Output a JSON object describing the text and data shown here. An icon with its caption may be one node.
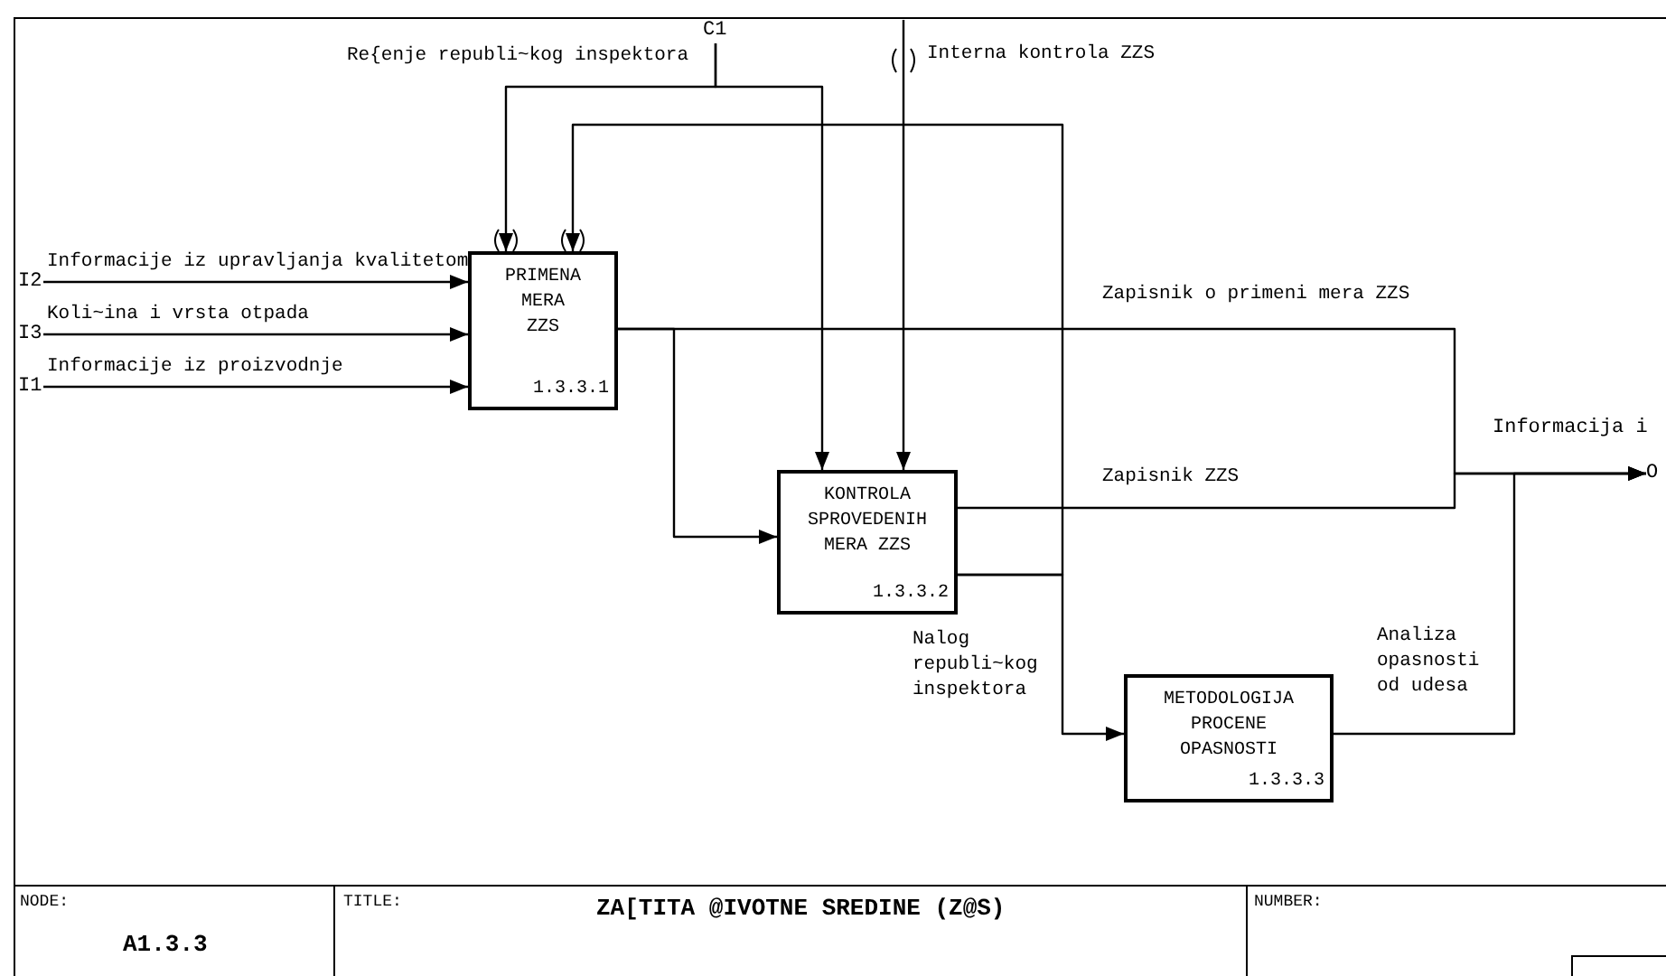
{
  "diagram": {
    "nodes": [
      {
        "text": [
          "PRIMENA MERA ZZS",
          "1.3.3.1"
        ]
      },
      {
        "text": [
          "KONTROLA SPROVEDENIH MERA ZZS",
          "1.3.3.2"
        ]
      },
      {
        "text": [
          "METODOLOGIJA PROCENE OPASNOSTI",
          "1.3.3.3"
        ]
      },
      {
        "text": [
          "C1"
        ]
      },
      {
        "text": [
          "I2"
        ]
      },
      {
        "text": [
          "I3"
        ]
      },
      {
        "text": [
          "I1"
        ]
      },
      {
        "text": [
          "O"
        ]
      }
    ],
    "edges": [
      {
        "from": 4,
        "to": 0,
        "arrow": "to",
        "label": "Informacije iz upravljanja kvalitetom"
      },
      {
        "from": 5,
        "to": 0,
        "arrow": "to",
        "label": "Koli~ina i vrsta otpada"
      },
      {
        "from": 6,
        "to": 0,
        "arrow": "to",
        "label": "Informacije iz proizvodnje"
      },
      {
        "from": 3,
        "to": 0,
        "arrow": "to",
        "label": "Re{enje republi~kog inspektora"
      },
      {
        "from": 3,
        "to": 1,
        "arrow": "to"
      },
      {
        "from": null,
        "to": 1,
        "arrow": "to",
        "label": "Interna kontrola ZZS"
      },
      {
        "from": 1,
        "to": 0,
        "arrow": "to"
      },
      {
        "from": 1,
        "to": 2,
        "arrow": "to",
        "label": "Nalog republi~kog inspektora"
      },
      {
        "from": 0,
        "to": 1,
        "arrow": "to"
      },
      {
        "from": 0,
        "to": 7,
        "arrow": "to",
        "label": "Zapisnik o primeni mera ZZS"
      },
      {
        "from": 1,
        "to": 7,
        "arrow": "to",
        "label": "Zapisnik ZZS"
      },
      {
        "from": 2,
        "to": 7,
        "arrow": "to",
        "label": "Analiza opasnosti od udesa"
      }
    ],
    "labels": [
      "Informacija i",
      "NODE:",
      "A1.3.3",
      "TITLE:",
      "ZA[TITA @IVOTNE SREDINE (Z@S)",
      "NUMBER:"
    ]
  }
}
